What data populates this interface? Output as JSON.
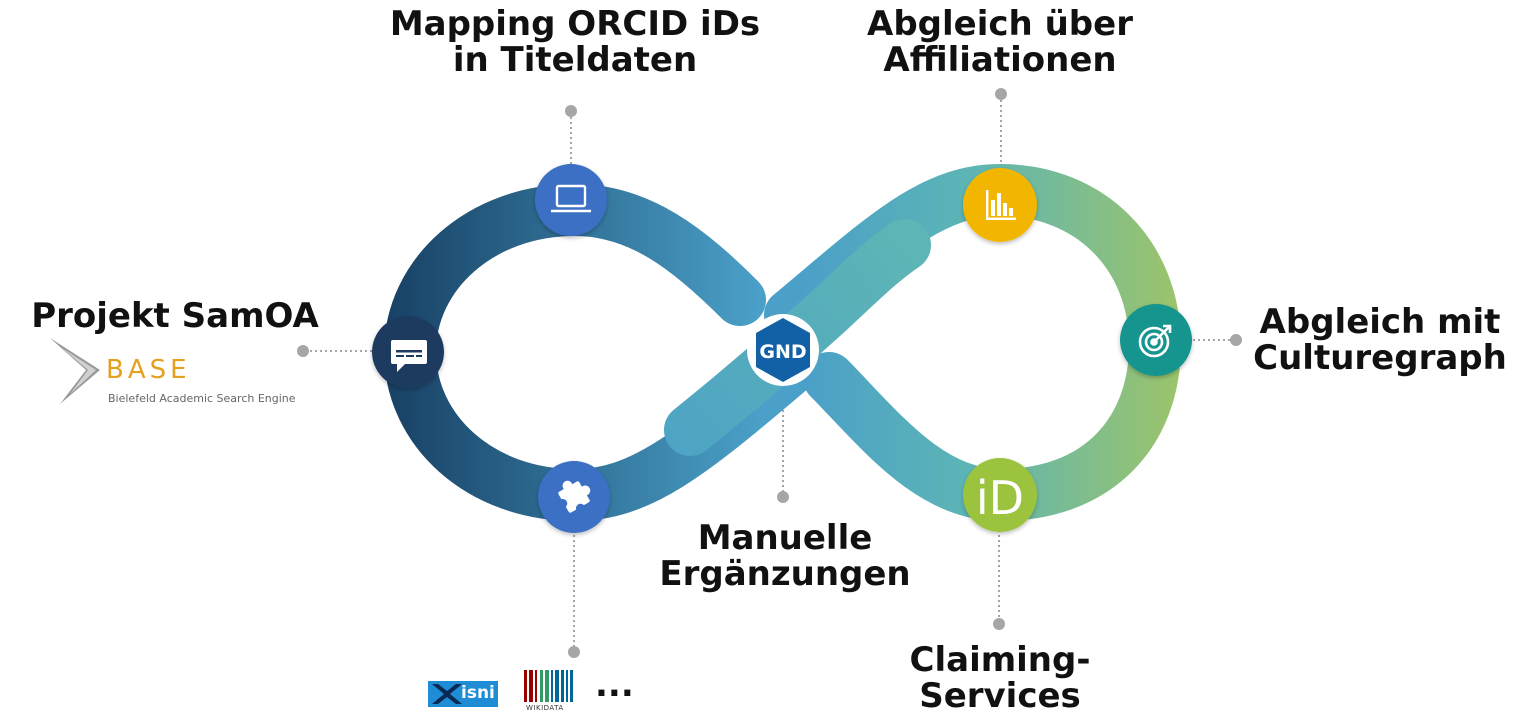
{
  "colors": {
    "loop_left_dark": "#173f63",
    "loop_mid_blue": "#4aa0c8",
    "loop_teal": "#5db5b5",
    "loop_green": "#9cc46a",
    "node_blue": "#3a6fc4",
    "node_navy": "#1f3a5f",
    "node_yellow": "#f2b600",
    "node_teal": "#14958f",
    "node_lime": "#9bc33c",
    "gnd_blue": "#1261a6",
    "base_orange": "#e6a020",
    "isni_blue": "#1f8dd6",
    "connector_gray": "#a6a6a6"
  },
  "nodes": {
    "mapping": {
      "label_line1": "Mapping ORCID iDs",
      "label_line2": "in Titeldaten",
      "icon": "laptop-icon"
    },
    "affiliation": {
      "label_line1": "Abgleich über",
      "label_line2": "Affiliationen",
      "icon": "bar-chart-icon"
    },
    "samoa": {
      "label": "Projekt SamOA",
      "icon": "chat-bubble-icon"
    },
    "culturegraph": {
      "label_line1": "Abgleich mit",
      "label_line2": "Culturegraph",
      "icon": "target-icon"
    },
    "manual": {
      "label_line1": "Manuelle",
      "label_line2": "Ergänzungen",
      "icon": "gnd-hexagon-icon"
    },
    "claiming": {
      "label_line1": "Claiming-",
      "label_line2": "Services",
      "icon": "orcid-id-icon"
    },
    "external": {
      "icon": "puzzle-icon",
      "more": "..."
    }
  },
  "gnd": {
    "text": "GND"
  },
  "orcid": {
    "text": "iD"
  },
  "base_logo": {
    "word": "BASE",
    "subtitle": "Bielefeld Academic Search Engine"
  },
  "isni_logo": {
    "text": "isni"
  },
  "wikidata_logo": {
    "text": "WIKIDATA"
  }
}
